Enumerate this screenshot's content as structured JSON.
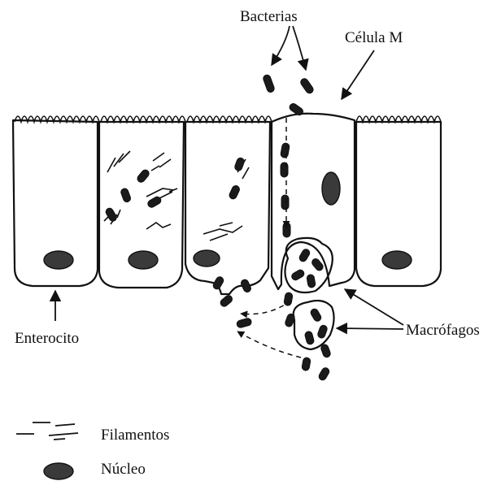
{
  "labels": {
    "bacterias": "Bacterias",
    "celula_m": "Célula M",
    "enterocito": "Enterocito",
    "macrofagos": "Macrófagos"
  },
  "legend": {
    "filamentos": "Filamentos",
    "nucleo": "Núcleo"
  }
}
